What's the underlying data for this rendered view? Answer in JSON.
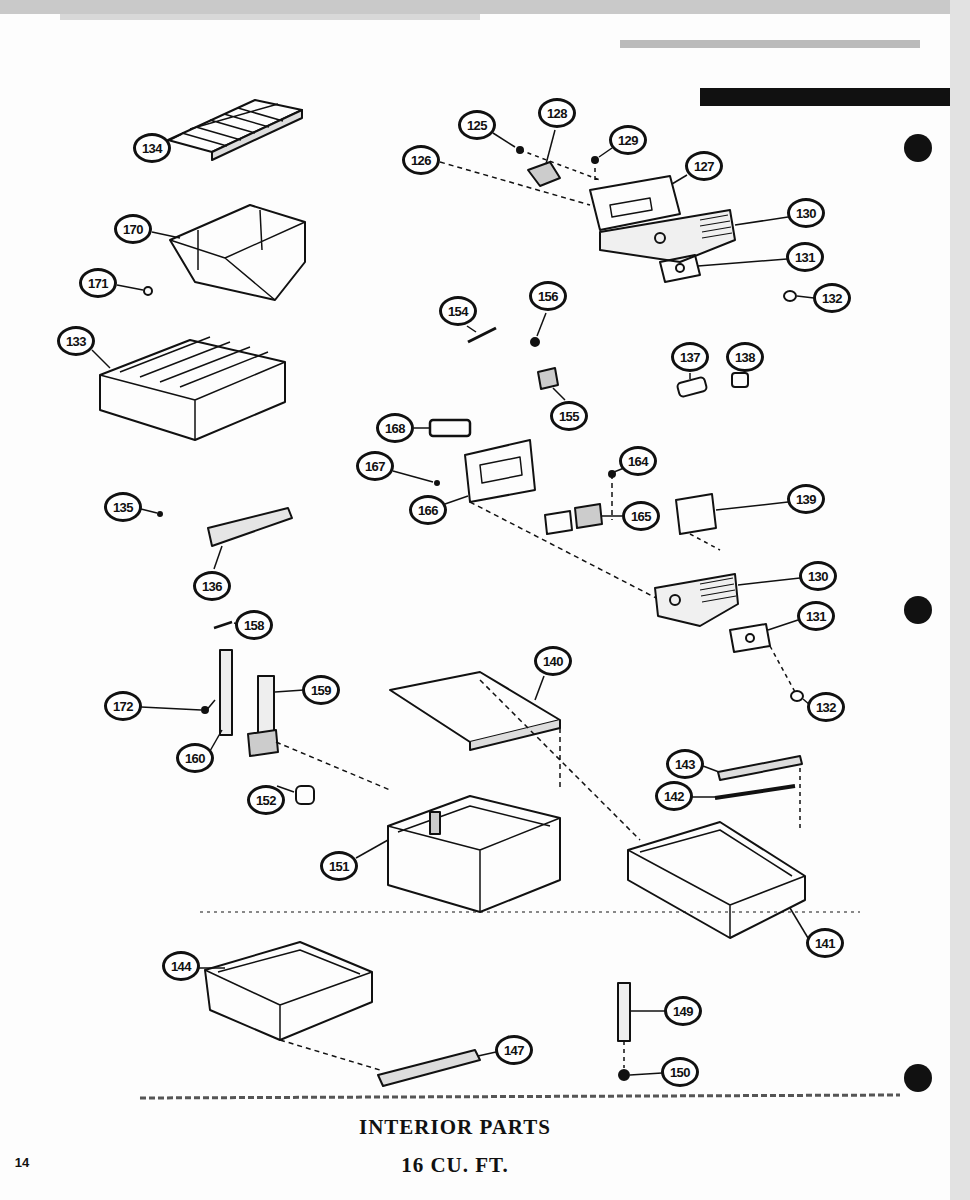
{
  "diagram": {
    "title": "INTERIOR PARTS 16 CU. FT.",
    "labels": [
      "134",
      "128",
      "125",
      "129",
      "126",
      "127",
      "130",
      "131",
      "132",
      "170",
      "171",
      "133",
      "154",
      "156",
      "155",
      "137",
      "138",
      "168",
      "167",
      "166",
      "164",
      "165",
      "139",
      "130",
      "131",
      "132",
      "135",
      "136",
      "158",
      "159",
      "172",
      "160",
      "152",
      "140",
      "143",
      "142",
      "151",
      "141",
      "144",
      "147",
      "149",
      "150",
      "14"
    ]
  }
}
